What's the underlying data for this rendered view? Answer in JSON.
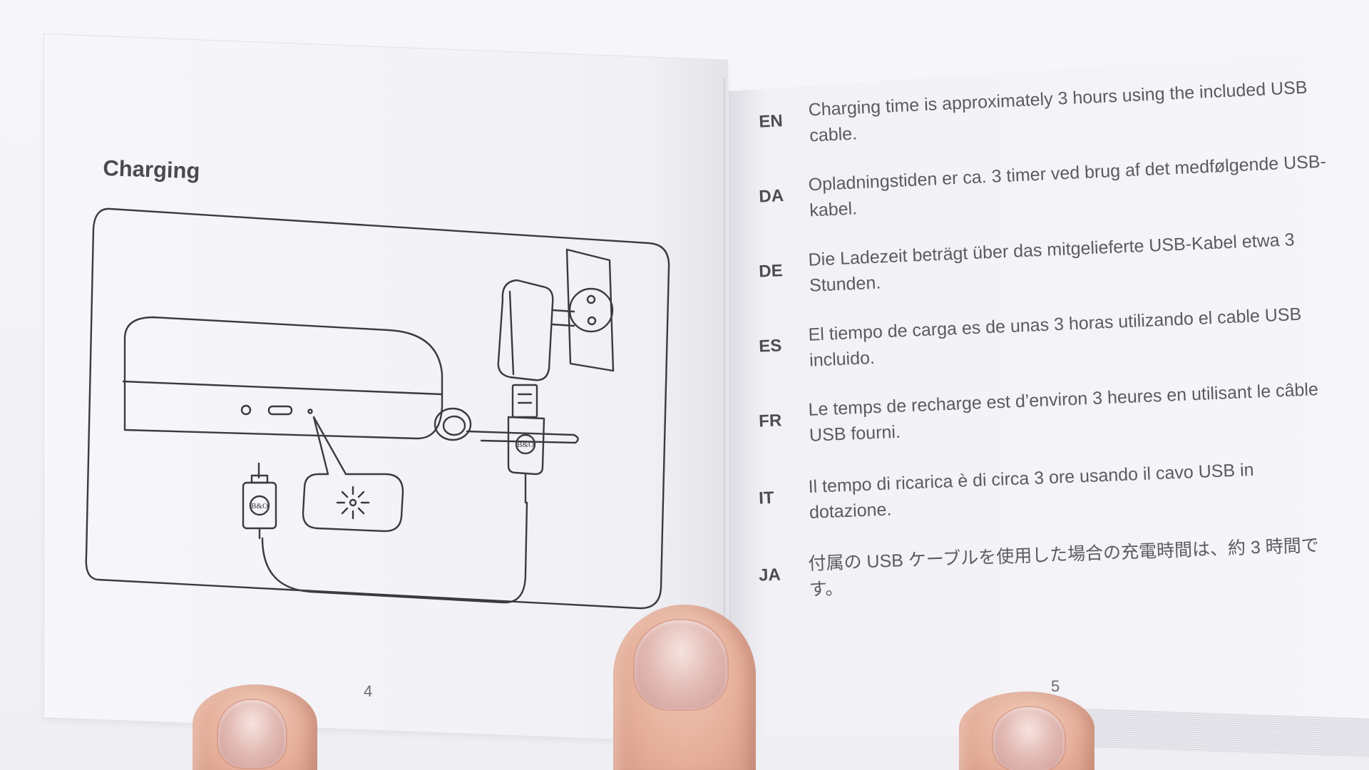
{
  "left_page": {
    "heading": "Charging",
    "page_number": "4"
  },
  "right_page": {
    "page_number": "5",
    "languages": [
      {
        "code": "EN",
        "text": "Charging time is approximately 3 hours using the included USB cable."
      },
      {
        "code": "DA",
        "text": "Opladningstiden er ca. 3 timer ved brug af det medfølgende USB-kabel."
      },
      {
        "code": "DE",
        "text": "Die Ladezeit beträgt über das mitgelieferte USB-Kabel etwa 3 Stunden."
      },
      {
        "code": "ES",
        "text": "El tiempo de carga es de unas 3 horas utilizando el cable USB incluido."
      },
      {
        "code": "FR",
        "text": "Le temps de recharge est d’environ 3 heures en utilisant le câble USB fourni."
      },
      {
        "code": "IT",
        "text": "Il tempo di ricarica è di circa 3 ore usando il cavo USB in dotazione."
      },
      {
        "code": "JA",
        "text": "付属の USB ケーブルを使用した場合の充電時間は、約 3 時間です。"
      }
    ]
  },
  "illustration": {
    "brand_mark": "B&O",
    "stroke_color": "#3a3a3f"
  }
}
